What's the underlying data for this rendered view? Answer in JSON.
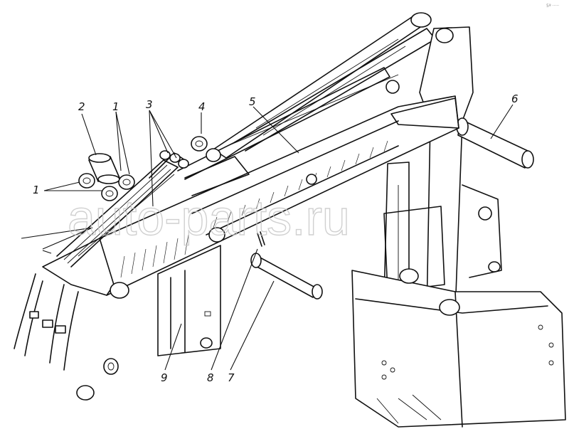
{
  "figure": {
    "corner_mark": "5ª ·····"
  },
  "callouts": [
    {
      "id": "c1a",
      "text": "1"
    },
    {
      "id": "c1b",
      "text": "1"
    },
    {
      "id": "c2",
      "text": "2"
    },
    {
      "id": "c3",
      "text": "3"
    },
    {
      "id": "c4",
      "text": "4"
    },
    {
      "id": "c5",
      "text": "5"
    },
    {
      "id": "c6",
      "text": "6"
    },
    {
      "id": "c7",
      "text": "7"
    },
    {
      "id": "c8",
      "text": "8"
    },
    {
      "id": "c9",
      "text": "9"
    }
  ],
  "watermark": {
    "text": "auto-parts.ru"
  }
}
